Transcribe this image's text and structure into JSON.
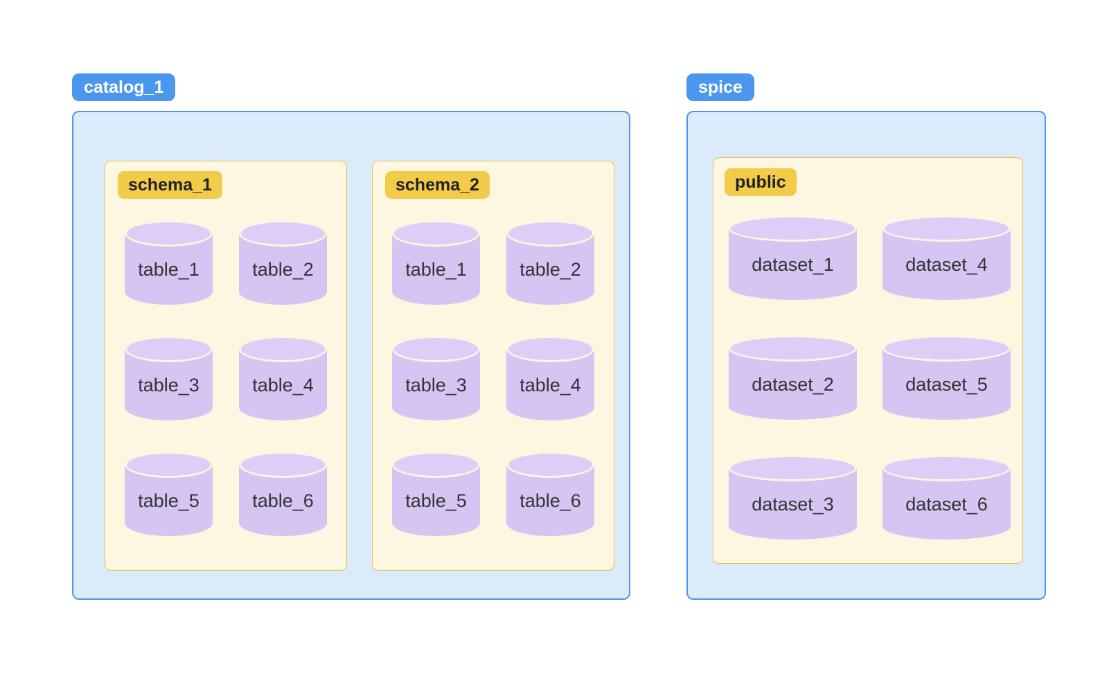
{
  "colors": {
    "catalog_badge_bg": "#4A97ED",
    "catalog_badge_text": "#FFFFFF",
    "catalog_box_bg": "#DCEBFB",
    "catalog_box_border": "#4A96EC",
    "schema_badge_bg": "#F2CB49",
    "schema_badge_text": "#222222",
    "schema_box_bg": "#FDF6E1",
    "schema_box_border": "#E5C14E",
    "cylinder_body": "#D6C5F2",
    "cylinder_top": "#DDCEF8",
    "cylinder_label_text": "#333333"
  },
  "groups": [
    {
      "badge": "catalog_1",
      "schemas": [
        {
          "badge": "schema_1",
          "items": [
            "table_1",
            "table_2",
            "table_3",
            "table_4",
            "table_5",
            "table_6"
          ]
        },
        {
          "badge": "schema_2",
          "items": [
            "table_1",
            "table_2",
            "table_3",
            "table_4",
            "table_5",
            "table_6"
          ]
        }
      ]
    },
    {
      "badge": "spice",
      "schemas": [
        {
          "badge": "public",
          "items": [
            "dataset_1",
            "dataset_4",
            "dataset_2",
            "dataset_5",
            "dataset_3",
            "dataset_6"
          ]
        }
      ]
    }
  ]
}
